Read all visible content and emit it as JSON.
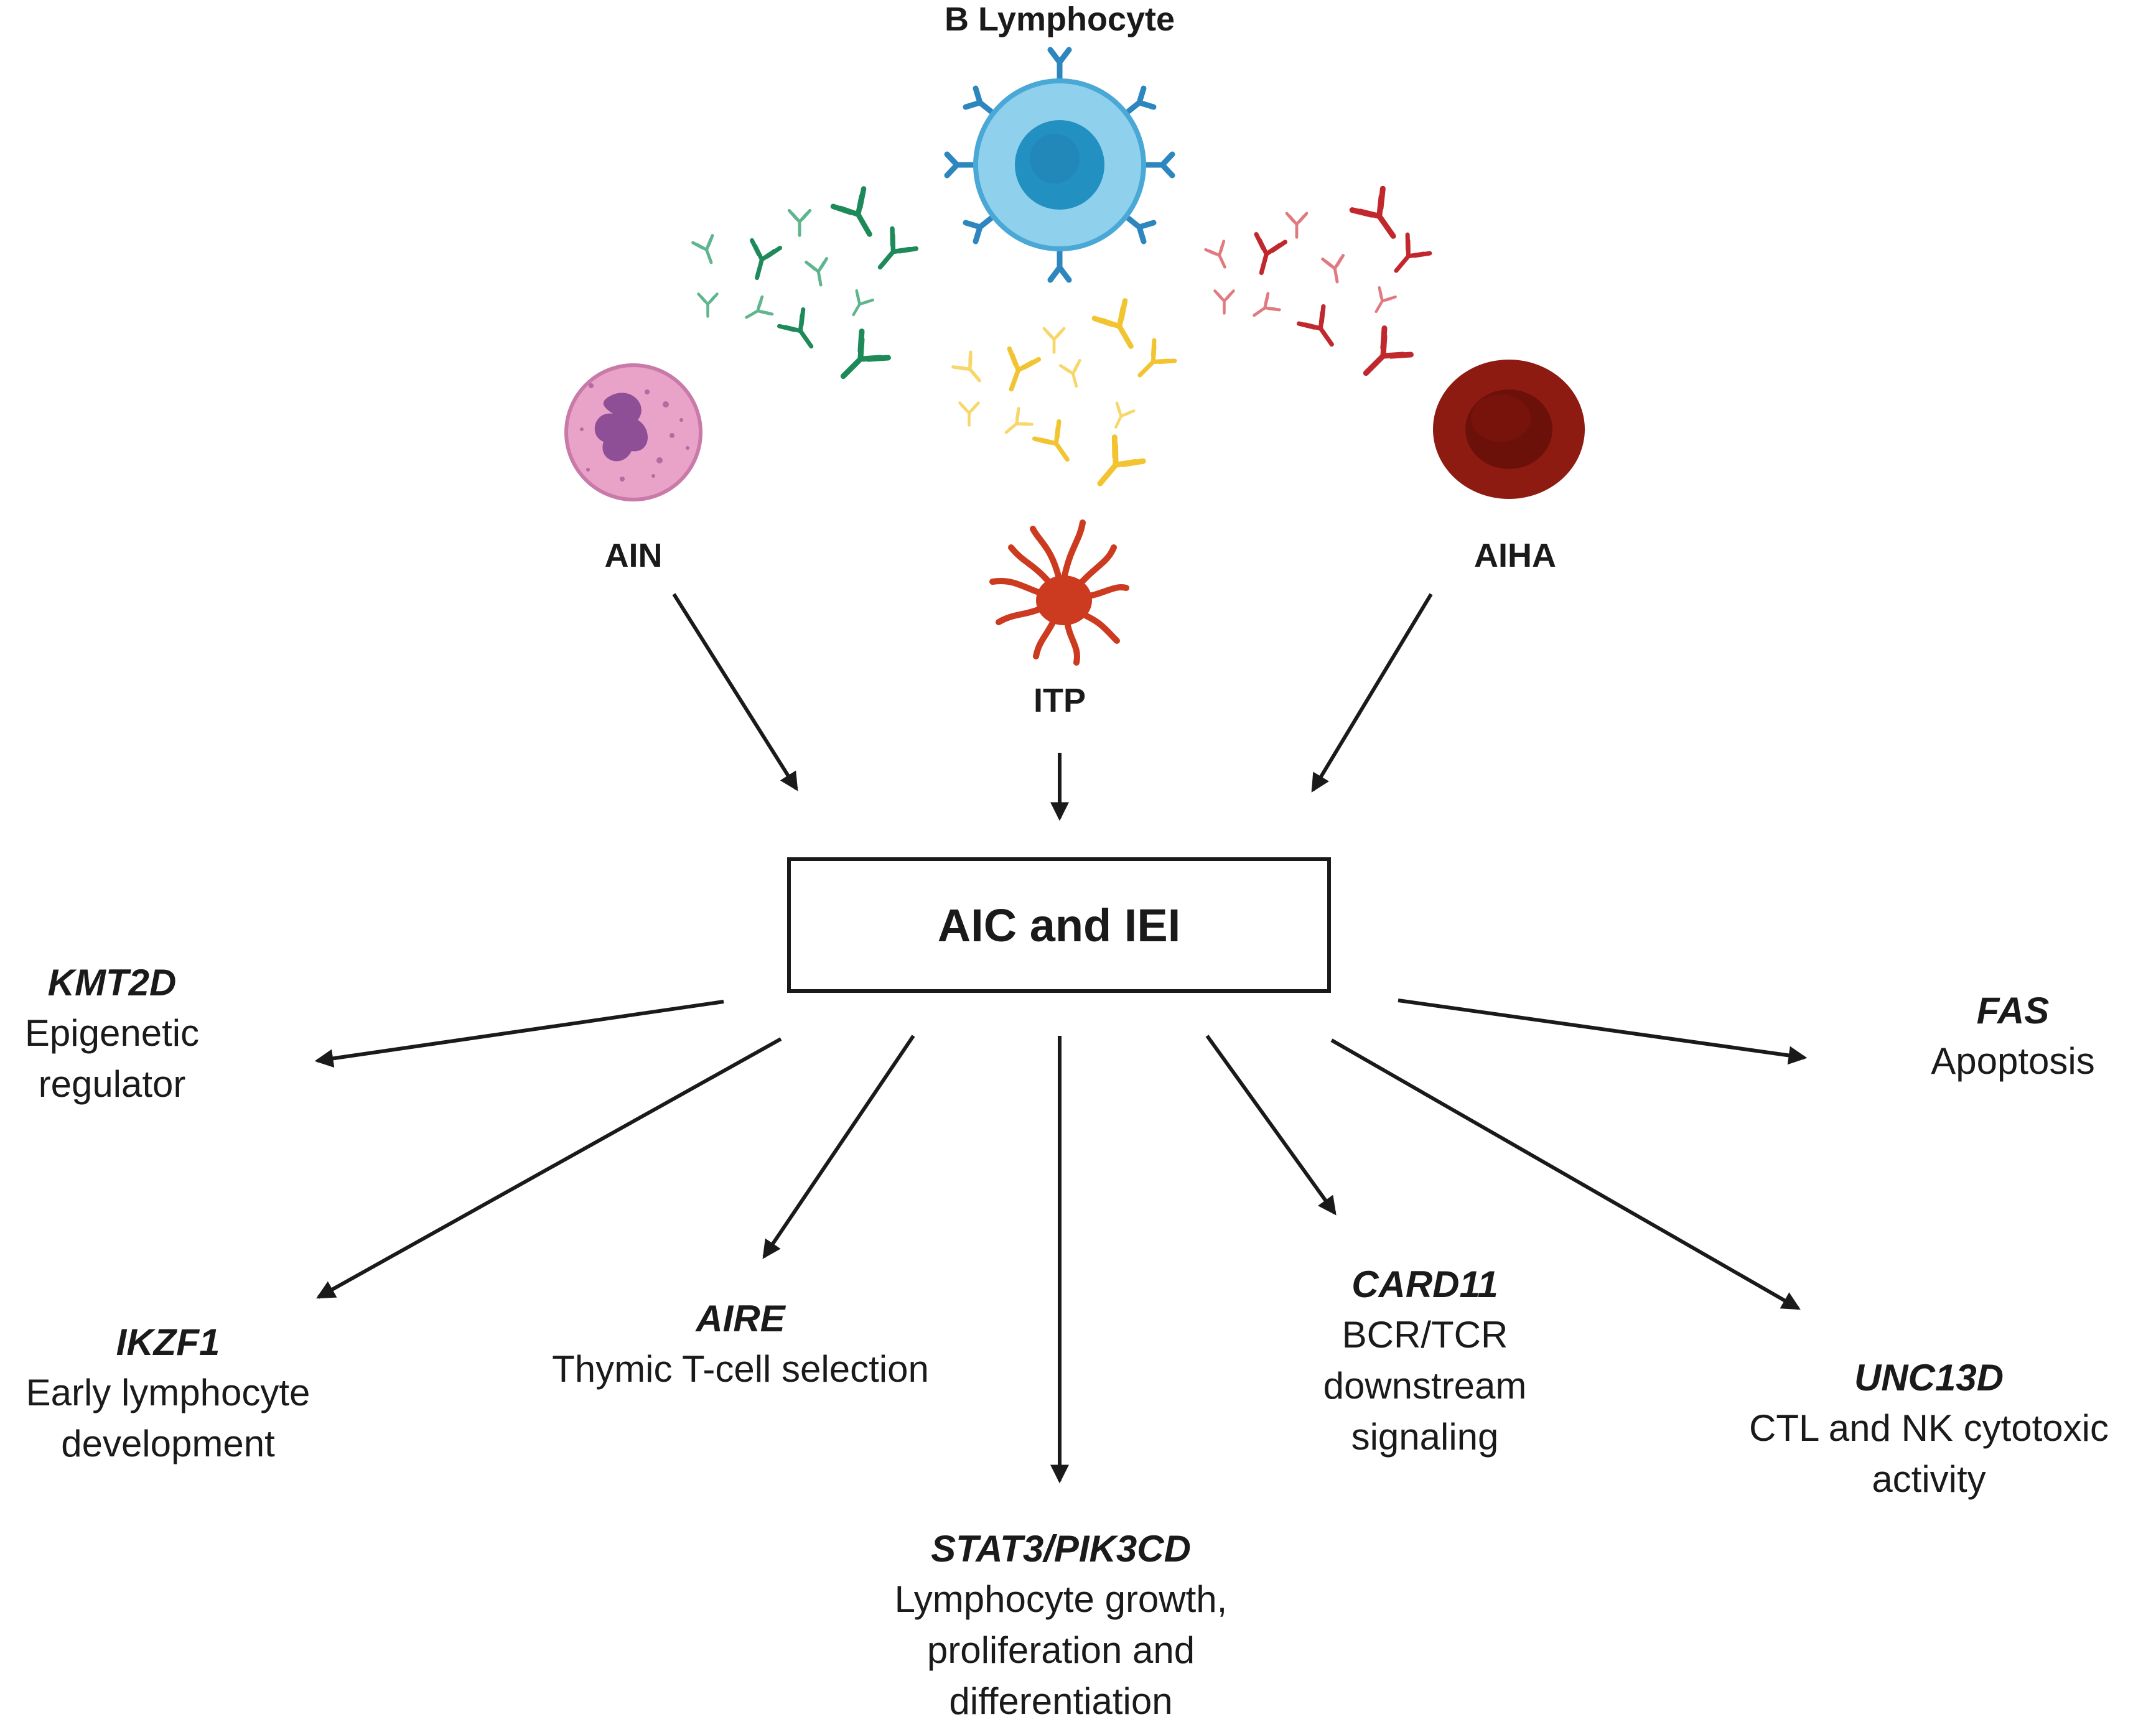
{
  "title": "B Lymphocyte",
  "conditions": {
    "ain": "AIN",
    "itp": "ITP",
    "aiha": "AIHA"
  },
  "center": "AIC and IEI",
  "genes": {
    "kmt2d": {
      "name": "KMT2D",
      "desc1": "Epigenetic",
      "desc2": "regulator"
    },
    "fas": {
      "name": "FAS",
      "desc1": "Apoptosis"
    },
    "ikzf1": {
      "name": "IKZF1",
      "desc1": "Early lymphocyte",
      "desc2": "development"
    },
    "aire": {
      "name": "AIRE",
      "desc1": "Thymic T-cell selection"
    },
    "card11": {
      "name": "CARD11",
      "desc1": "BCR/TCR",
      "desc2": "downstream",
      "desc3": "signaling"
    },
    "unc13d": {
      "name": "UNC13D",
      "desc1": "CTL and NK cytotoxic",
      "desc2": "activity"
    },
    "stat3": {
      "name": "STAT3/PIK3CD",
      "desc1": "Lymphocyte growth,",
      "desc2": "proliferation and",
      "desc3": "differentiation"
    }
  },
  "colors": {
    "green_antibody": "#1e8a5a",
    "yellow_antibody": "#f2c431",
    "red_antibody": "#c0282d",
    "b_cell_membrane": "#8fd0ec",
    "b_cell_nucleus": "#2390c2",
    "neutrophil": "#e9a2c8",
    "rbc": "#8e1b12",
    "platelet": "#cc3a1f",
    "arrow": "#1a1a1a"
  }
}
